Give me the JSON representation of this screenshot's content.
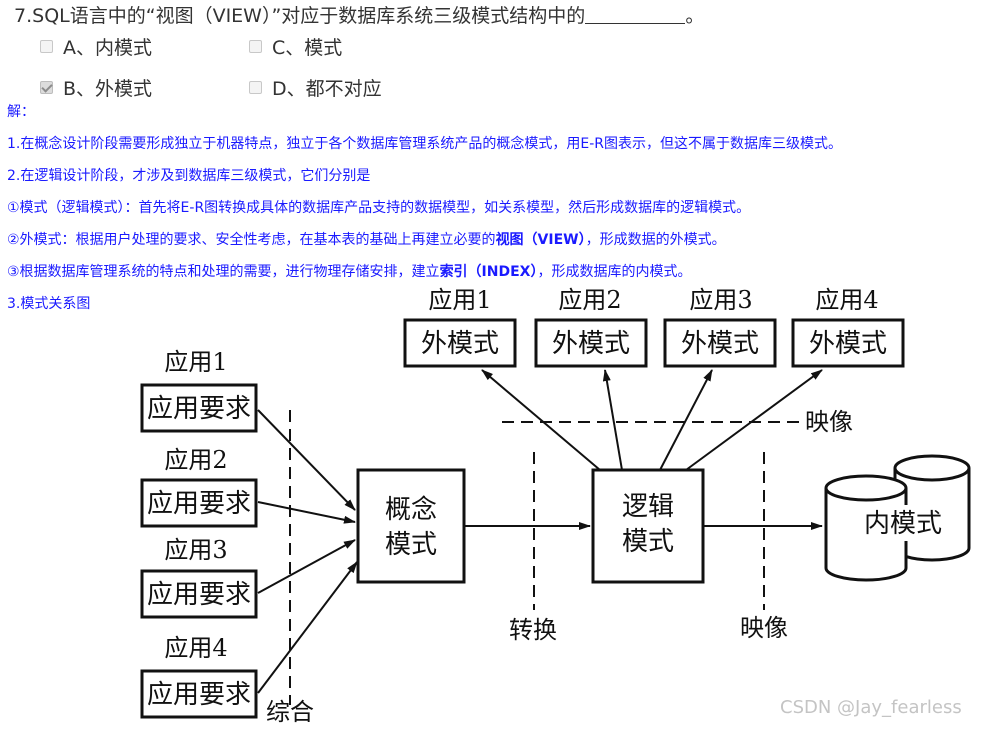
{
  "question": {
    "text": "7.SQL语言中的“视图（VIEW）”对应于数据库系统三级模式结构中的",
    "suffix": "。"
  },
  "options": [
    {
      "label": "A、内模式",
      "checked": false
    },
    {
      "label": "C、模式",
      "checked": false
    },
    {
      "label": "B、外模式",
      "checked": true
    },
    {
      "label": "D、都不对应",
      "checked": false
    }
  ],
  "solution": {
    "heading": "解：",
    "line1": "1.在概念设计阶段需要形成独立于机器特点，独立于各个数据库管理系统产品的概念模式，用E-R图表示，但这不属于数据库三级模式。",
    "line2": "2.在逻辑设计阶段，才涉及到数据库三级模式，它们分别是",
    "line3": "①模式（逻辑模式）：首先将E-R图转换成具体的数据库产品支持的数据模型，如关系模型，然后形成数据库的逻辑模式。",
    "line4_pre": "②外模式：根据用户处理的要求、安全性考虑，在基本表的基础上再建立必要的",
    "line4_bold": "视图（VIEW）",
    "line4_post": "，形成数据的外模式。",
    "line5_pre": "③根据数据库管理系统的特点和处理的需要，进行物理存储安排，建立",
    "line5_bold": "索引（INDEX）",
    "line5_post": "，形成数据库的内模式。",
    "line6": "3.模式关系图"
  },
  "diagram": {
    "top_apps": [
      "应用1",
      "应用2",
      "应用3",
      "应用4"
    ],
    "external_label": "外模式",
    "left_apps": [
      "应用1",
      "应用2",
      "应用3",
      "应用4"
    ],
    "requirement_label": "应用要求",
    "concept_line1": "概念",
    "concept_line2": "模式",
    "logic_line1": "逻辑",
    "logic_line2": "模式",
    "internal_label": "内模式",
    "mapping_top": "映像",
    "transform": "转换",
    "mapping_bottom": "映像",
    "synthesis": "综合"
  },
  "watermark": "CSDN @Jay_fearless"
}
